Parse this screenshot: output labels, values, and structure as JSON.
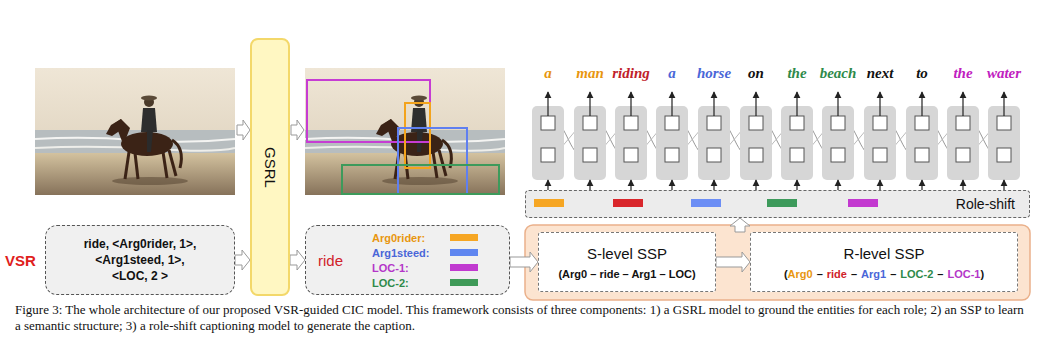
{
  "diagram": {
    "caption": "Figure 3: The whole architecture of our proposed VSR-guided CIC model. This framework consists of three components: 1) a GSRL model to ground the entities for each role; 2) an SSP to learn a semantic structure; 3) a role-shift captioning model to generate the caption.",
    "nodes": [
      {
        "text": [
          "GSRL"
        ]
      },
      {
        "text": [
          "VSR",
          "ride, <Arg0rider, 1>,",
          "<Arg1steed, 1>,",
          "<LOC, 2 >"
        ]
      },
      {
        "text": [
          "ride",
          "Arg0rider:",
          "Arg1steed:",
          "LOC-1:",
          "LOC-2:"
        ]
      },
      {
        "text": [
          "S-level SSP",
          "(Arg0 – ride – Arg1 – LOC)"
        ]
      },
      {
        "text": [
          "R-level SSP",
          "(",
          "Arg0",
          "–",
          "ride",
          "–",
          "Arg1",
          "–",
          "LOC-2",
          "–",
          "LOC-1",
          ")"
        ]
      },
      {
        "text": [
          "Role-shift"
        ]
      }
    ],
    "edges": [
      {
        "from": 1,
        "to": 0,
        "arrow": "to"
      },
      {
        "from": 0,
        "to": 2,
        "arrow": "to"
      },
      {
        "from": 2,
        "to": 3,
        "arrow": "to"
      },
      {
        "from": 3,
        "to": 4,
        "arrow": "to"
      },
      {
        "from": 4,
        "to": 5,
        "arrow": "to"
      }
    ],
    "labels": [
      "a",
      "man",
      "riding",
      "a",
      "horse",
      "on",
      "the",
      "beach",
      "next",
      "to",
      "the",
      "water"
    ]
  }
}
